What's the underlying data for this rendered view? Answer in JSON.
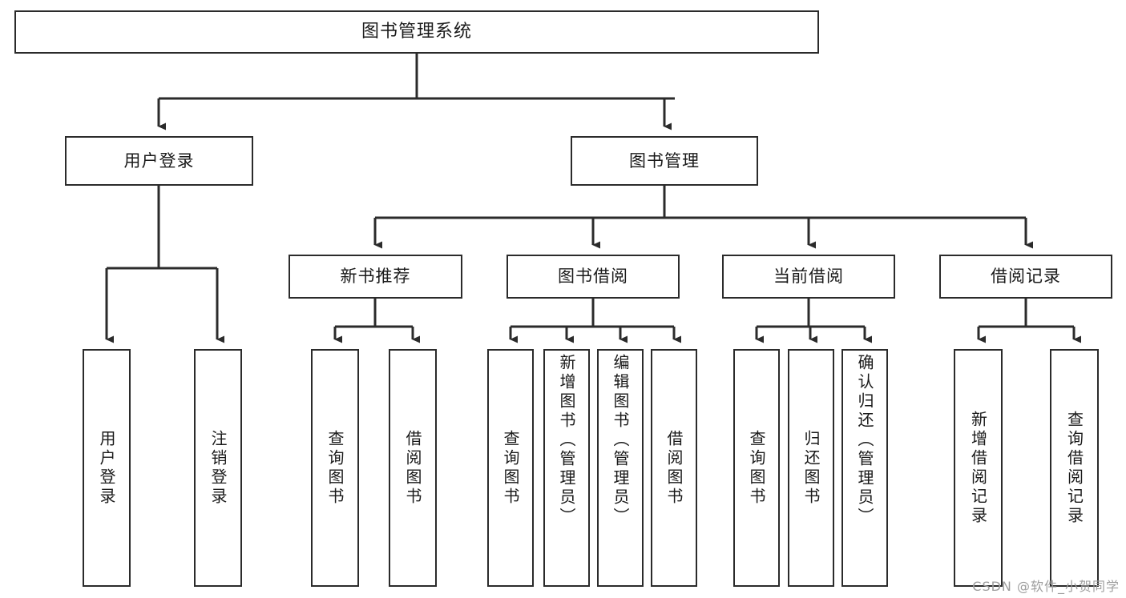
{
  "diagram": {
    "type": "tree",
    "title": "图书管理系统",
    "root": {
      "label": "图书管理系统"
    },
    "level2": [
      {
        "id": "user-login",
        "label": "用户登录"
      },
      {
        "id": "book-manage",
        "label": "图书管理"
      }
    ],
    "level3": [
      {
        "id": "new-book-recommend",
        "label": "新书推荐"
      },
      {
        "id": "book-borrow",
        "label": "图书借阅"
      },
      {
        "id": "current-borrow",
        "label": "当前借阅"
      },
      {
        "id": "borrow-record",
        "label": "借阅记录"
      }
    ],
    "leaves": {
      "user-login": [
        {
          "id": "leaf-user-login",
          "label": "用户登录",
          "align": "center"
        },
        {
          "id": "leaf-user-logout",
          "label": "注销登录",
          "align": "center"
        }
      ],
      "new-book-recommend": [
        {
          "id": "leaf-query-book-1",
          "label": "查询图书",
          "align": "center"
        },
        {
          "id": "leaf-borrow-book-1",
          "label": "借阅图书",
          "align": "center"
        }
      ],
      "book-borrow": [
        {
          "id": "leaf-query-book-2",
          "label": "查询图书",
          "align": "center"
        },
        {
          "id": "leaf-add-book",
          "label": "新增图书（管理员）",
          "align": "top"
        },
        {
          "id": "leaf-edit-book",
          "label": "编辑图书（管理员）",
          "align": "top"
        },
        {
          "id": "leaf-borrow-book-2",
          "label": "借阅图书",
          "align": "center"
        }
      ],
      "current-borrow": [
        {
          "id": "leaf-query-book-3",
          "label": "查询图书",
          "align": "center"
        },
        {
          "id": "leaf-return-book",
          "label": "归还图书",
          "align": "center"
        },
        {
          "id": "leaf-confirm-return",
          "label": "确认归还（管理员）",
          "align": "top"
        }
      ],
      "borrow-record": [
        {
          "id": "leaf-add-record",
          "label": "新增借阅记录",
          "align": "center"
        },
        {
          "id": "leaf-query-record",
          "label": "查询借阅记录",
          "align": "center"
        }
      ]
    }
  },
  "watermark": {
    "text": "CSDN @软件_小贺同学"
  },
  "colors": {
    "stroke": "#2b2b2b",
    "background": "#ffffff",
    "text": "#1a1a1a",
    "watermark": "#9e9e9e"
  }
}
